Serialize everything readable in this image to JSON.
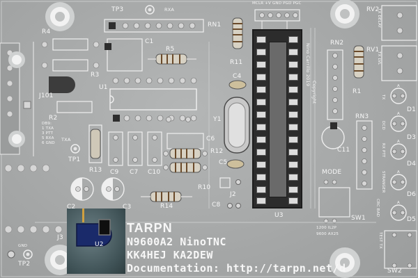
{
  "board": {
    "labels": {
      "tp3": "TP3",
      "rxa": "RXA",
      "rn1": "RN1",
      "r4": "R4",
      "r3": "R3",
      "c1": "C1",
      "r5": "R5",
      "u1": "U1",
      "j101": "J101",
      "r2": "R2",
      "db9": "DB9:",
      "db9_1": "1 TXA",
      "db9_3": "3 PTT",
      "db9_5": "5 RXA",
      "db9_6": "6 GND",
      "txa": "TXA",
      "tp1": "TP1",
      "r13": "R13",
      "c9": "C9",
      "c7": "C7",
      "c10": "C10",
      "c6": "C6",
      "r12": "R12",
      "c5": "C5",
      "r10": "R10",
      "r14": "R14",
      "c2": "C2",
      "c3": "C3",
      "j2": "J2",
      "c8": "C8",
      "j3": "J3",
      "u2": "U2",
      "gnd": "GND",
      "tp2": "TP2",
      "r11": "R11",
      "c4": "C4",
      "y1": "Y1",
      "u3": "U3",
      "header_top": "MCLR +V GND PGD PGC",
      "rn2": "RN2",
      "r1": "R1",
      "rn3": "RN3",
      "c11": "C11",
      "mode": "MODE",
      "sw1": "SW1",
      "mode_1200": "1200 IL2P",
      "mode_9600": "9600 AX25",
      "copyright": "Copyright",
      "author": "Nino Carrillo 2019",
      "rv2": "RV2",
      "rv1": "RV1",
      "tx_delay": "TX DELAY",
      "tx_lvl": "TX LVL",
      "d1": "D1",
      "d3": "D3",
      "d4": "D4",
      "d6": "D6",
      "d5": "D5",
      "led_tx": "TX",
      "led_dcd": "DCD",
      "led_rx_ptt": "RX PTT",
      "led_stranger": "STRANGER",
      "led_crc_bad": "CRC BAD",
      "a": "A",
      "test_tx": "TEST TX",
      "sw2": "SW2"
    },
    "logo": "TARPN",
    "title_lines": [
      "N9600A2 NinoTNC",
      "KK4HEJ KA2DEW",
      "Documentation: http://tarpn.net/d"
    ],
    "colors": {
      "board": "#a8aaaa",
      "silkscreen": "#f4f4f4",
      "chip": "#3a3a3a",
      "socket": "#2c2c2c",
      "solder": "#d8d8d8"
    }
  }
}
